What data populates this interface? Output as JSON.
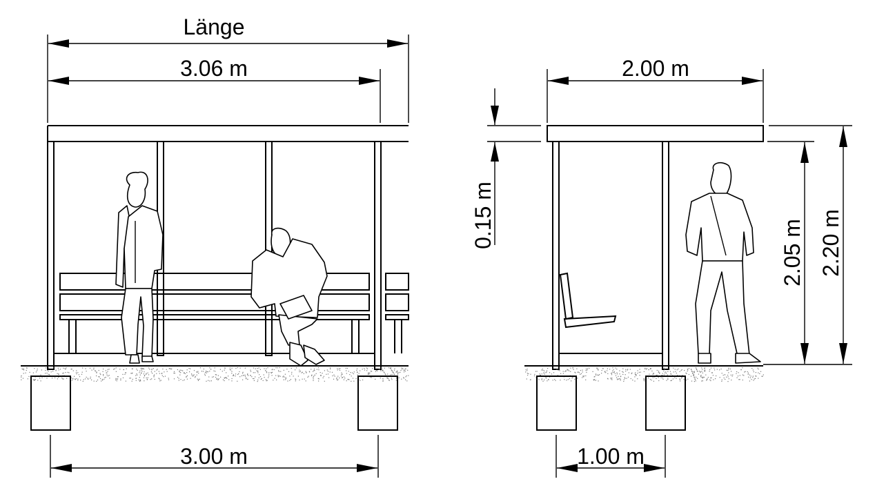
{
  "front_view": {
    "length_label": "Länge",
    "roof_dimension": "3.06 m",
    "foundation_spacing": "3.00 m"
  },
  "side_view": {
    "depth_dimension": "2.00 m",
    "roof_thickness": "0.15 m",
    "clear_height": "2.05 m",
    "total_height": "2.20 m",
    "foundation_spacing": "1.00 m"
  }
}
